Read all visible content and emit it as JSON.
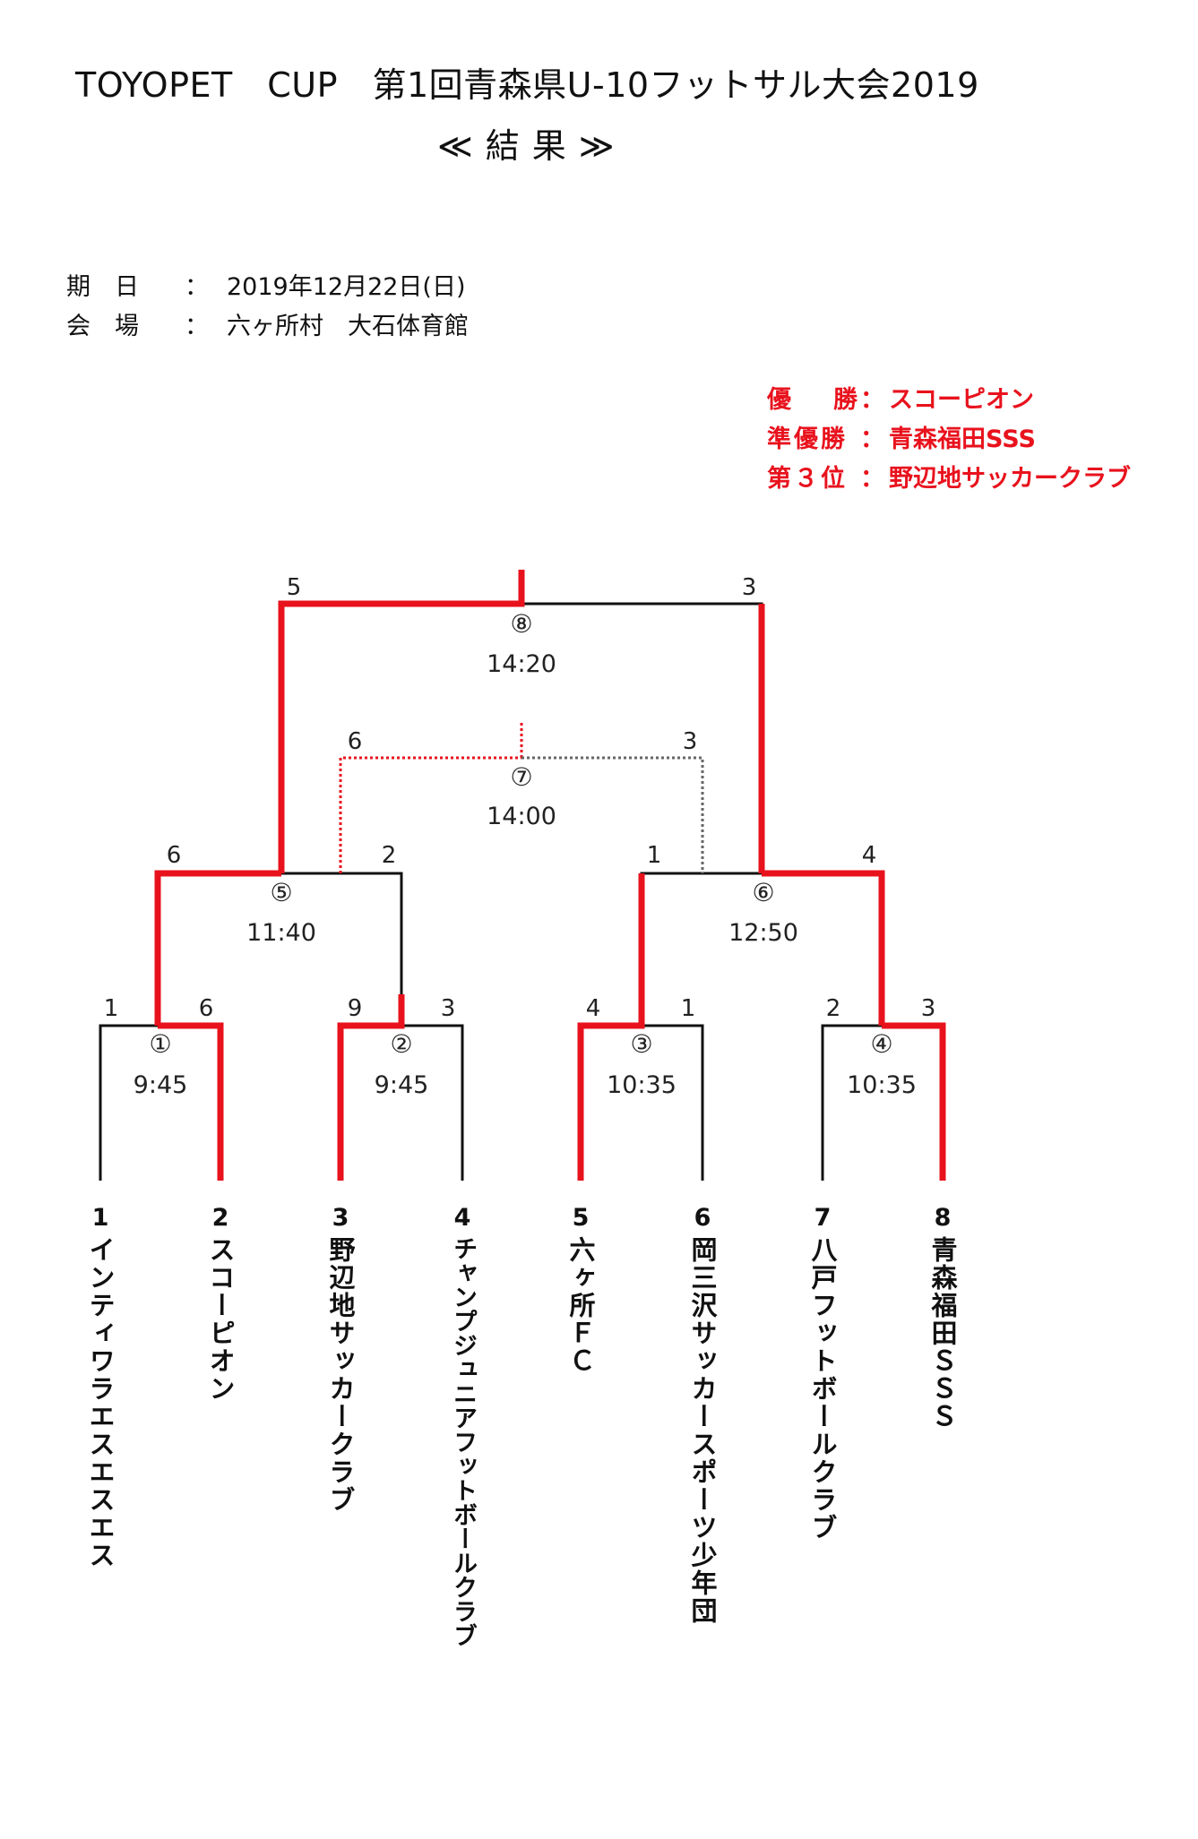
{
  "header": {
    "title": "TOYOPET　CUP　第1回青森県U-10フットサル大会2019",
    "subtitle": "≪結果≫"
  },
  "info": {
    "date_label": "期　日",
    "date_value": "2019年12月22日(日)",
    "venue_label": "会　場",
    "venue_value": "六ヶ所村　大石体育館",
    "colon": "："
  },
  "results": {
    "champion_label": "優　勝",
    "champion": "スコーピオン",
    "runner_up_label": "準優勝",
    "runner_up": "青森福田SSS",
    "third_label": "第３位",
    "third": "野辺地サッカークラブ",
    "sep": "："
  },
  "matches": {
    "m1": {
      "no": "①",
      "time": "9:45",
      "score_left": "1",
      "score_right": "6"
    },
    "m2": {
      "no": "②",
      "time": "9:45",
      "score_left": "9",
      "score_right": "3"
    },
    "m3": {
      "no": "③",
      "time": "10:35",
      "score_left": "4",
      "score_right": "1"
    },
    "m4": {
      "no": "④",
      "time": "10:35",
      "score_left": "2",
      "score_right": "3"
    },
    "m5": {
      "no": "⑤",
      "time": "11:40",
      "score_left": "6",
      "score_right": "2"
    },
    "m6": {
      "no": "⑥",
      "time": "12:50",
      "score_left": "1",
      "score_right": "4"
    },
    "m7": {
      "no": "⑦",
      "time": "14:00",
      "score_left": "6",
      "score_right": "3"
    },
    "m8": {
      "no": "⑧",
      "time": "14:20",
      "score_left": "5",
      "score_right": "3"
    }
  },
  "teams": [
    {
      "num": "1",
      "name": "インティワラエスエスエス"
    },
    {
      "num": "2",
      "name": "スコーピオン"
    },
    {
      "num": "3",
      "name": "野辺地サッカークラブ"
    },
    {
      "num": "4",
      "name": "チャンプジュニアフットボールクラブ"
    },
    {
      "num": "5",
      "name": "六ヶ所ＦＣ"
    },
    {
      "num": "6",
      "name": "岡三沢サッカースポーツ少年団"
    },
    {
      "num": "7",
      "name": "八戸フットボールクラブ"
    },
    {
      "num": "8",
      "name": "青森福田ＳＳＳ"
    }
  ],
  "colors": {
    "winner_line": "#e8121d",
    "loser_line": "#111111",
    "dotted_loser": "#666666"
  }
}
